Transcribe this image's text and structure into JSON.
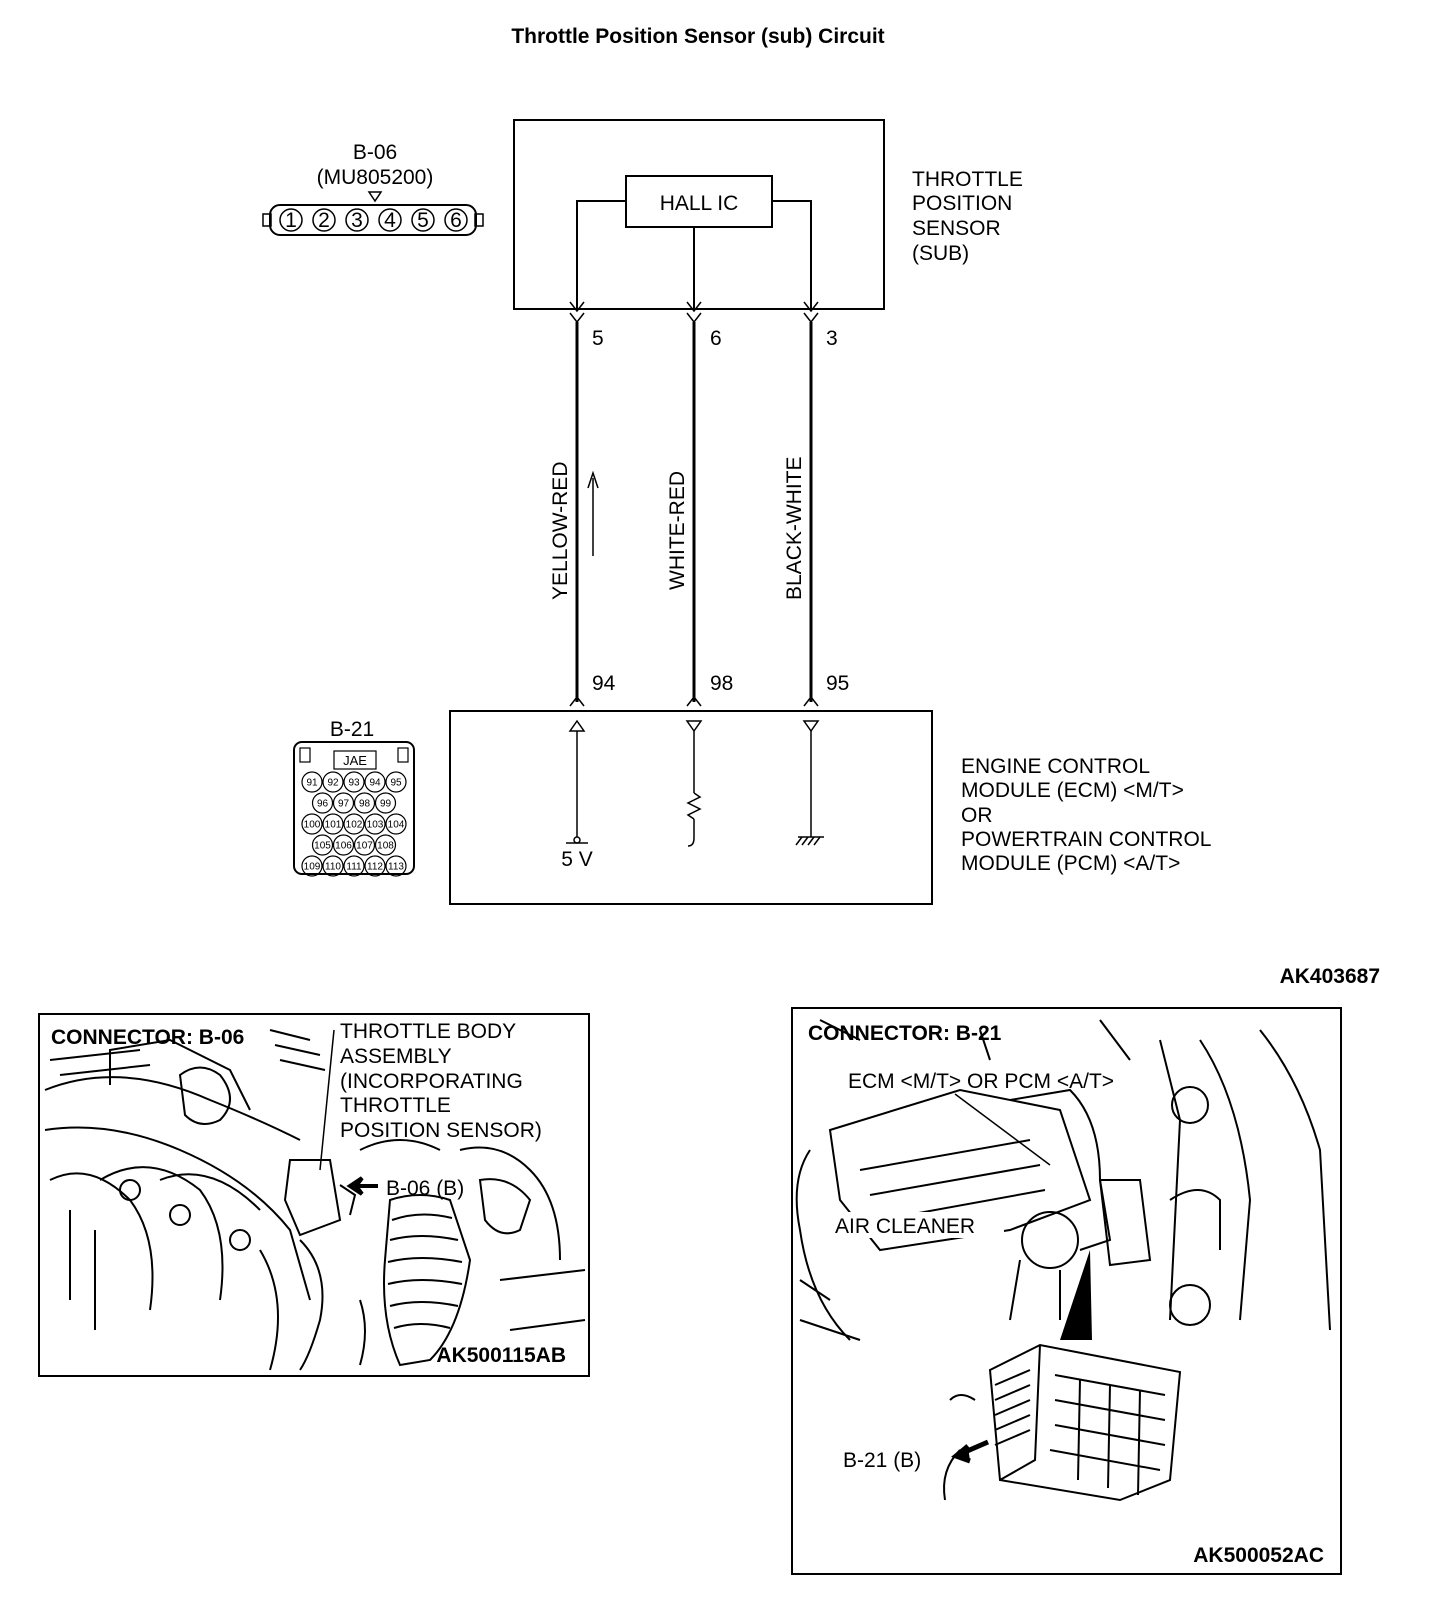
{
  "title": "Throttle Position Sensor (sub) Circuit",
  "diagram_code": "AK403687",
  "connector_b06": {
    "id": "B-06",
    "part_no": "(MU805200)",
    "pins": [
      "1",
      "2",
      "3",
      "4",
      "5",
      "6"
    ]
  },
  "sensor": {
    "chip": "HALL IC",
    "name_lines": [
      "THROTTLE",
      "POSITION",
      "SENSOR",
      "(SUB)"
    ]
  },
  "wires": [
    {
      "sensor_pin": "5",
      "color": "YELLOW-RED",
      "ecm_pin": "94",
      "ecm_load": "5 V"
    },
    {
      "sensor_pin": "6",
      "color": "WHITE-RED",
      "ecm_pin": "98",
      "ecm_load": ""
    },
    {
      "sensor_pin": "3",
      "color": "BLACK-WHITE",
      "ecm_pin": "95",
      "ecm_load": ""
    }
  ],
  "connector_b21": {
    "id": "B-21",
    "maker": "JAE",
    "rows": [
      [
        "91",
        "92",
        "93",
        "94",
        "95"
      ],
      [
        "96",
        "97",
        "98",
        "99"
      ],
      [
        "100",
        "101",
        "102",
        "103",
        "104"
      ],
      [
        "105",
        "106",
        "107",
        "108"
      ],
      [
        "109",
        "110",
        "111",
        "112",
        "113"
      ]
    ]
  },
  "ecm": {
    "name_lines": [
      "ENGINE CONTROL",
      "MODULE (ECM) <M/T>",
      "OR",
      "POWERTRAIN CONTROL",
      "MODULE (PCM) <A/T>"
    ]
  },
  "photo_left": {
    "heading": "CONNECTOR: B-06",
    "callout_lines": [
      "THROTTLE BODY",
      "ASSEMBLY",
      "(INCORPORATING",
      "THROTTLE",
      "POSITION SENSOR)"
    ],
    "pointer": "B-06 (B)",
    "code": "AK500115AB"
  },
  "photo_right": {
    "heading": "CONNECTOR: B-21",
    "callout": "ECM <M/T> OR PCM <A/T>",
    "air_cleaner": "AIR CLEANER",
    "pointer": "B-21 (B)",
    "code": "AK500052AC"
  }
}
